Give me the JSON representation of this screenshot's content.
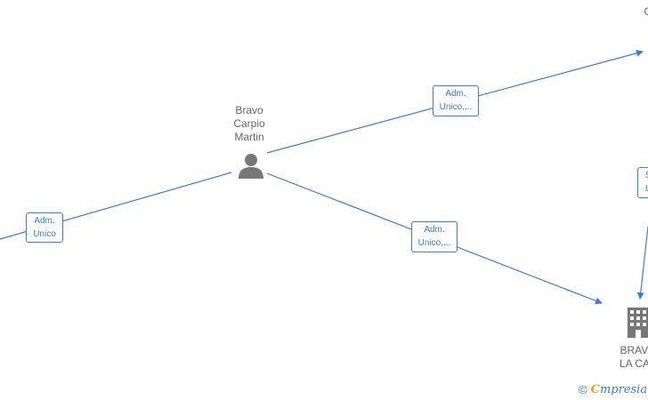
{
  "nodes": {
    "person": {
      "label": "Bravo\nCarpio\nMartin",
      "icon": "person-icon"
    },
    "company_bottom": {
      "label": "BRAVO\nLA CAS",
      "icon": "building-icon"
    },
    "company_top": {
      "label": "G"
    }
  },
  "edges": {
    "left": {
      "label": "Adm.\nUnico"
    },
    "top_right": {
      "label": "Adm.\nUnico,..."
    },
    "bottom_right": {
      "label": "Adm.\nUnico,..."
    },
    "far_right": {
      "label": "S\nU"
    }
  },
  "branding": {
    "copyright": "©",
    "name_first": "C",
    "name_rest": "mpresia"
  },
  "colors": {
    "edge": "#3b7dd8",
    "icon": "#777777",
    "text": "#666666",
    "brand_accent": "#f29a1c"
  }
}
